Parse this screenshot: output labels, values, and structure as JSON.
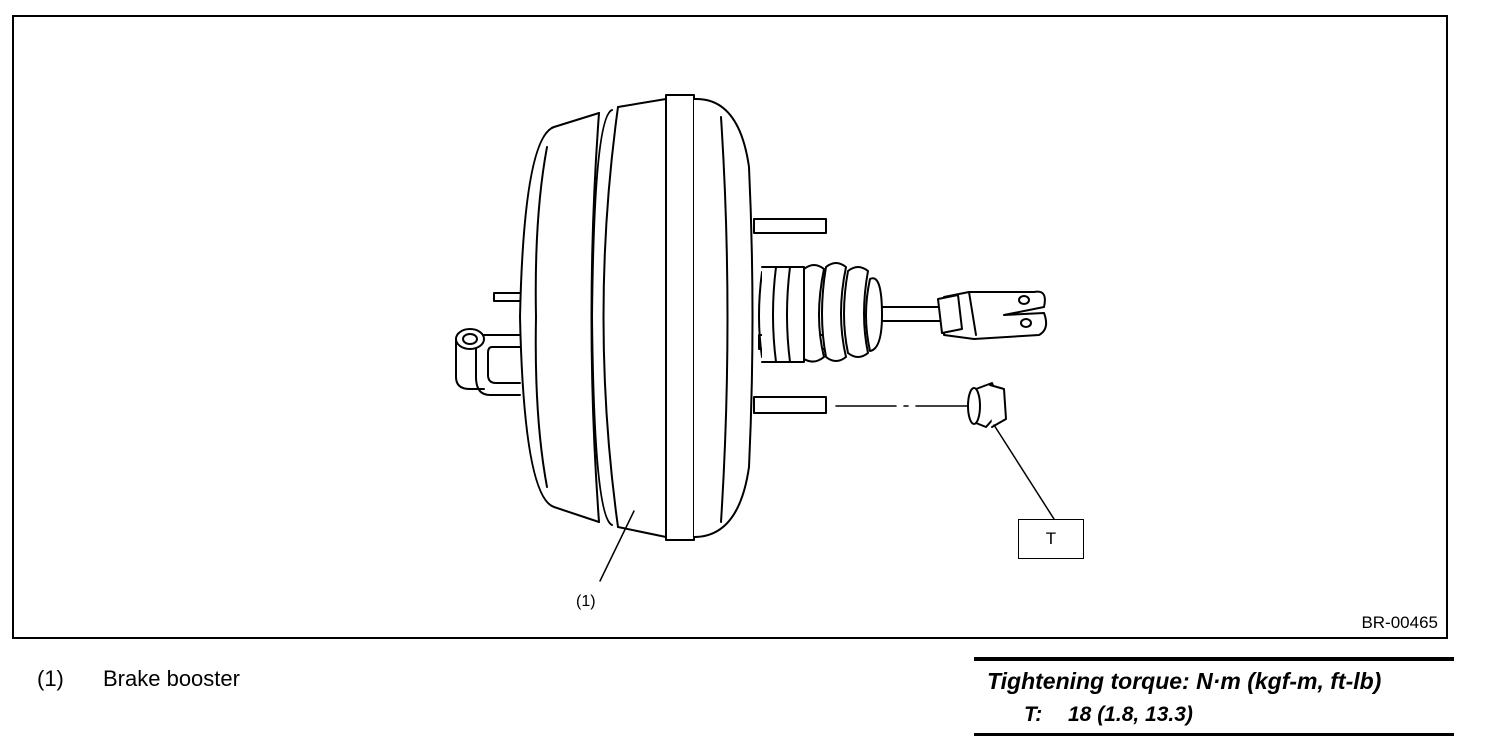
{
  "figure": {
    "id": "BR-00465",
    "callout_part": "(1)",
    "callout_torque": "T"
  },
  "legend": {
    "items": [
      {
        "num": "(1)",
        "label": "Brake booster"
      }
    ]
  },
  "torque_spec": {
    "title": "Tightening torque: N·m (kgf-m, ft-lb)",
    "rows": [
      {
        "key": "T:",
        "value": "18 (1.8, 13.3)"
      }
    ]
  }
}
